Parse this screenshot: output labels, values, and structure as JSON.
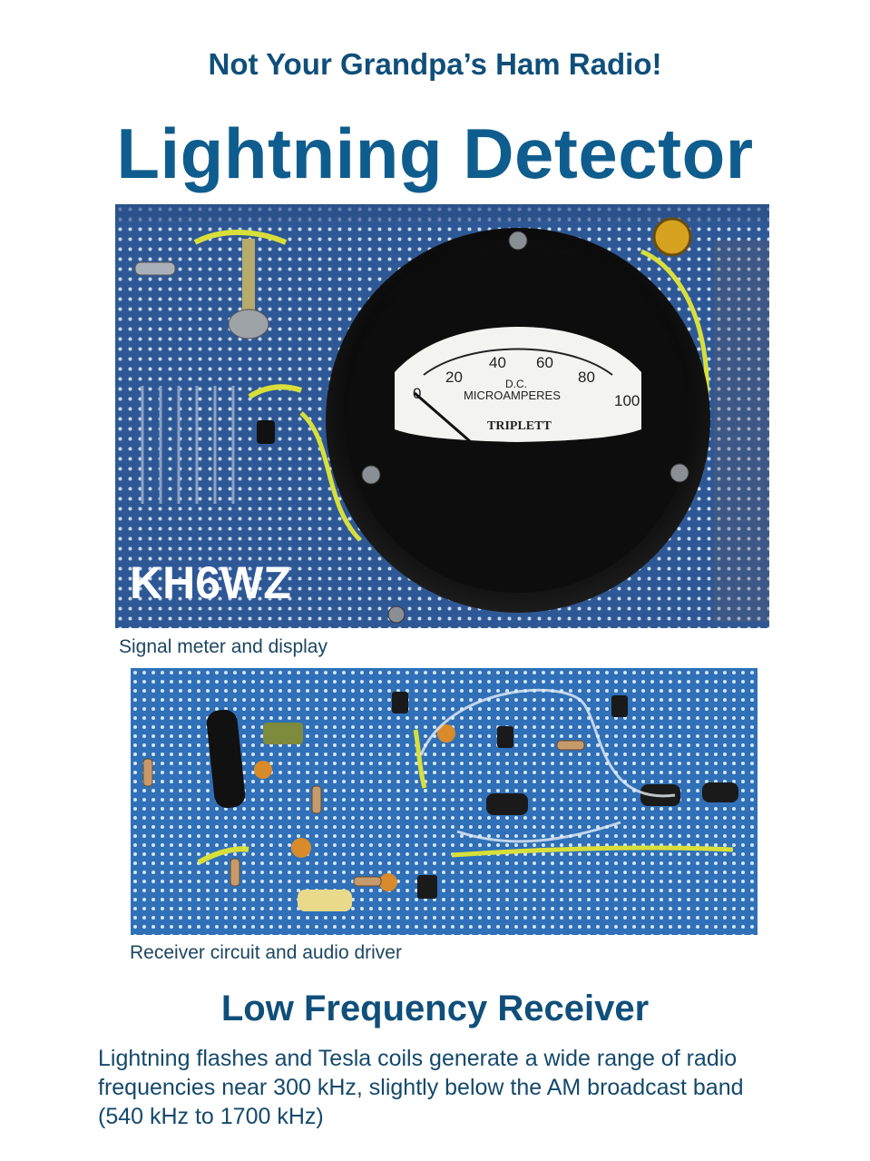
{
  "header": {
    "subtitle": "Not Your Grandpa’s Ham Radio!",
    "title": "Lightning Detector"
  },
  "photo_top": {
    "callsign": "KH6WZ",
    "caption": "Signal meter and display",
    "meter": {
      "scale_labels": [
        "0",
        "20",
        "40",
        "60",
        "80",
        "100"
      ],
      "unit_line1": "D.C.",
      "unit_line2": "MICROAMPERES",
      "brand": "TRIPLETT"
    }
  },
  "photo_bottom": {
    "caption": "Receiver circuit and audio driver"
  },
  "section": {
    "heading": "Low Frequency Receiver",
    "body": "Lightning flashes and Tesla coils generate a wide range of radio frequencies near 300 kHz, slightly below the AM broadcast band (540 kHz to 1700 kHz)"
  },
  "colors": {
    "heading_blue": "#0f4f7a",
    "title_blue": "#0f5d8e",
    "board_blue": "#2f5a9a",
    "wire_yellow": "#d9df3a"
  }
}
